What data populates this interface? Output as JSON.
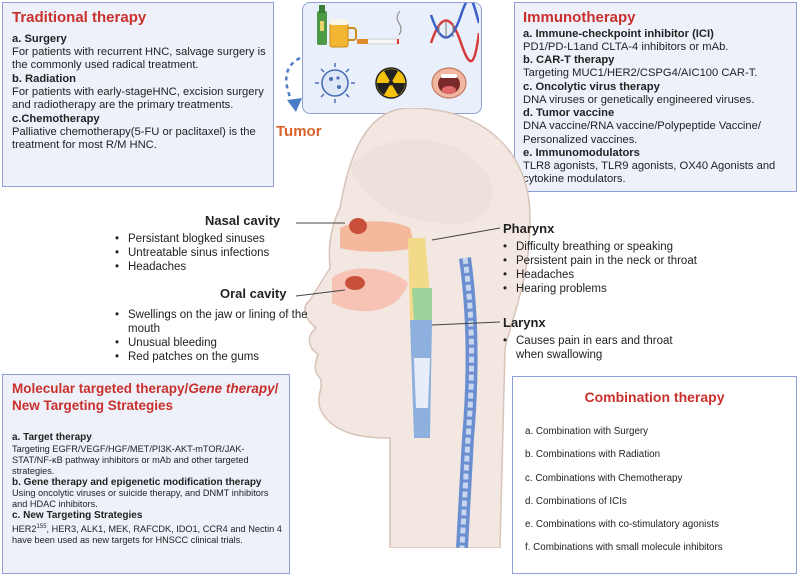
{
  "traditional": {
    "title": "Traditional therapy",
    "sections": [
      {
        "heading": "a. Surgery",
        "text": "For patients with recurrent HNC, salvage surgery is the commonly used radical treatment."
      },
      {
        "heading": "b. Radiation",
        "text": "For patients with early-stageHNC, excision surgery and radiotherapy are the primary treatments."
      },
      {
        "heading": "c.Chemotherapy",
        "text": "Palliative chemotherapy(5-FU or paclitaxel) is the treatment for most R/M HNC."
      }
    ]
  },
  "immuno": {
    "title": "Immunotherapy",
    "sections": [
      {
        "heading": "a. Immune-checkpoint inhibitor (ICI)",
        "text": "PD1/PD-L1and CLTA-4 inhibitors or mAb."
      },
      {
        "heading": "b. CAR-T therapy",
        "text": "Targeting MUC1/HER2/CSPG4/AIC100 CAR-T."
      },
      {
        "heading": "c. Oncolytic virus therapy",
        "text": "DNA viruses or genetically engineered viruses."
      },
      {
        "heading": "d. Tumor vaccine",
        "text": "DNA vaccine/RNA vaccine/Polypeptide Vaccine/ Personalized vaccines."
      },
      {
        "heading": "e. Immunomodulators",
        "text": "TLR8 agonists, TLR9 agonists,  OX40 Agonists and cytokine modulators."
      }
    ]
  },
  "molecular": {
    "title_parts": [
      "Molecular targeted therapy/",
      "Gene therapy",
      "/ New Targeting Strategies"
    ],
    "sections": [
      {
        "heading": "a. Target therapy",
        "text": "Targeting EGFR/VEGF/HGF/MET/PI3K-AKT-mTOR/JAK-STAT/NF-κB pathway inhibitors or mAb and other targeted strategies."
      },
      {
        "heading": "b. Gene therapy and epigenetic modification therapy",
        "text": "Using oncolytic viruses or suicide therapy, and DNMT inhibitors and HDAC inhibitors."
      },
      {
        "heading": "c. New Targeting Strategies",
        "text_prefix": "HER2",
        "text_sup": "155",
        "text_rest": ", HER3,  ALK1, MEK, RAFCDK, IDO1, CCR4 and Nectin 4 have been used as new targets for HNSCC clinical trials."
      }
    ]
  },
  "combination": {
    "title": "Combination therapy",
    "items": [
      "a. Combination with Surgery",
      "b. Combinations with Radiation",
      "c. Combinations with Chemotherapy",
      "d. Combinations of ICIs",
      "e. Combinations with co-stimulatory agonists",
      "f. Combinations with small molecule inhibitors"
    ]
  },
  "tumor_label": "Tumor",
  "regions": {
    "nasal": {
      "title": "Nasal cavity",
      "symptoms": [
        "Persistant blogked sinuses",
        "Untreatable sinus infections",
        "Headaches"
      ]
    },
    "oral": {
      "title": "Oral cavity",
      "symptoms": [
        "Swellings on the jaw or lining of the mouth",
        "Unusual bleeding",
        "Red patches on the gums"
      ]
    },
    "pharynx": {
      "title": "Pharynx",
      "symptoms": [
        "Difficulty breathing or speaking",
        "Persistent pain in the neck or throat",
        "Headaches",
        "Hearing problems"
      ]
    },
    "larynx": {
      "title": "Larynx",
      "symptoms": [
        "Causes pain in ears and throat when swallowing"
      ]
    }
  },
  "colors": {
    "title_red": "#c9302c",
    "box_border": "#8fa0d6",
    "box_fill": "#eef1fa",
    "arrow_blue": "#4a7cc7",
    "tumor_label": "#d9622b"
  }
}
